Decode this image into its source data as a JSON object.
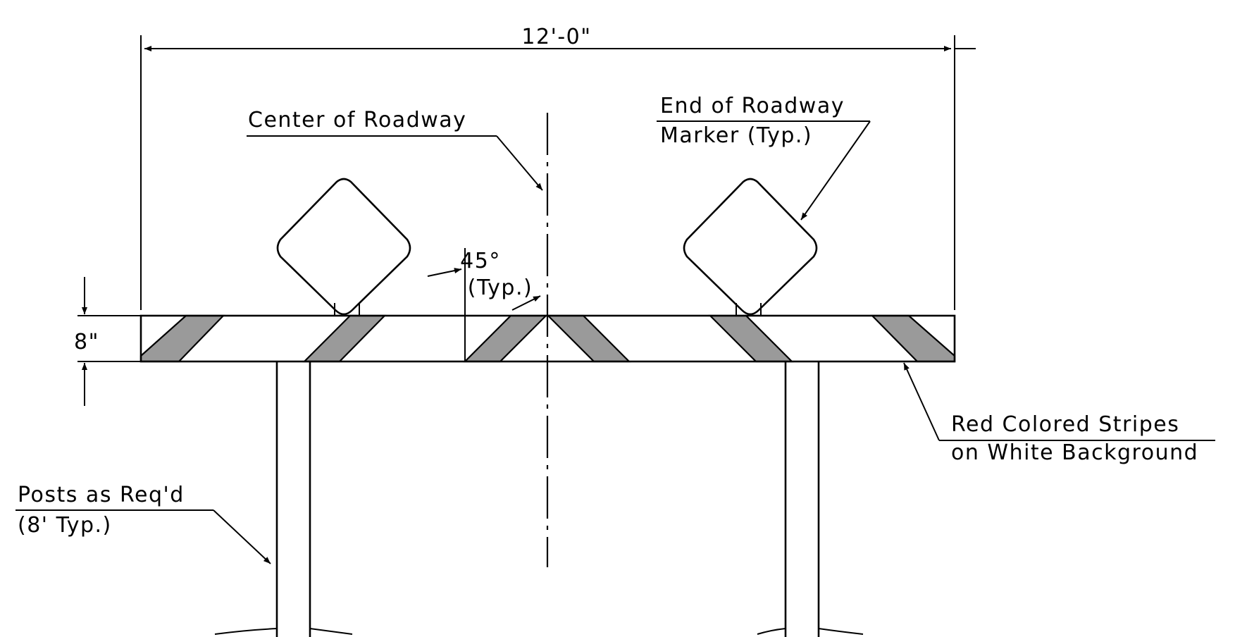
{
  "drawing": {
    "dimension_width": "12'-0\"",
    "dimension_height": "8\"",
    "angle_value": "45°",
    "angle_note": "(Typ.)",
    "center_label": "Center of Roadway",
    "marker_label_line1": "End of Roadway",
    "marker_label_line2": "Marker (Typ.)",
    "stripes_label_line1": "Red Colored Stripes",
    "stripes_label_line2": "on White Background",
    "posts_label_line1": "Posts as Req'd",
    "posts_label_line2": "(8' Typ.)",
    "stripe_color": "#9a9a9a",
    "line_color": "#000000"
  }
}
